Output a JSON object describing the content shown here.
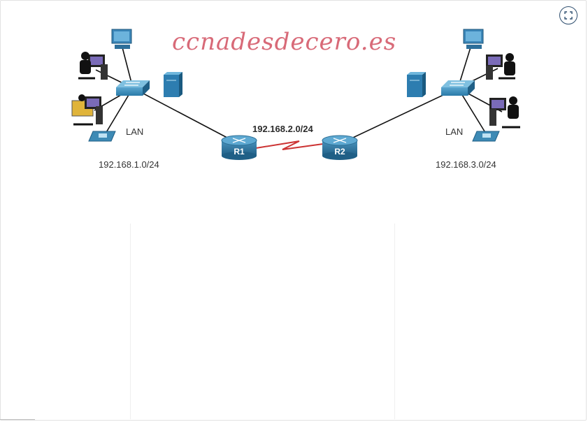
{
  "watermark": "ccnadesdecero.es",
  "left_lan": {
    "label": "LAN",
    "network": "192.168.1.0/24"
  },
  "right_lan": {
    "label": "LAN",
    "network": "192.168.3.0/24"
  },
  "wan": {
    "network": "192.168.2.0/24"
  },
  "routers": [
    {
      "label": "R1"
    },
    {
      "label": "R2"
    }
  ],
  "colors": {
    "router": "#2c6f96",
    "switch": "#3d8ab5",
    "wan_link": "#cc3333",
    "watermark": "#d86a78"
  },
  "icons": {
    "expand": "expand-icon"
  }
}
